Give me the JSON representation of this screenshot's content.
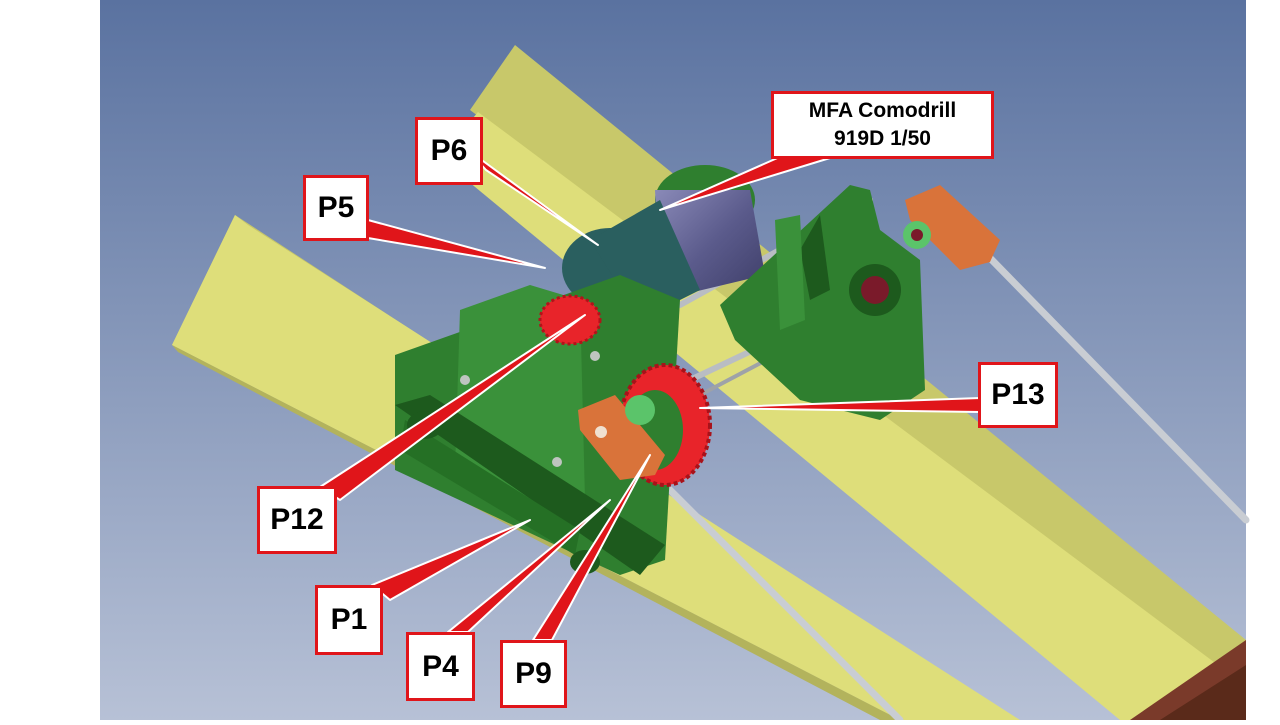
{
  "colors": {
    "background_top": "#5a72a0",
    "background_bottom": "#b7c1d6",
    "plate": "#dede7a",
    "frame_green": "#2f7f2f",
    "frame_green_dark": "#1d5a1d",
    "gear_red": "#e8242a",
    "bracket_orange": "#d9733a",
    "motor_purple": "#6a6a9a",
    "callout_border": "#e0151a",
    "callout_pointer": "#e0151a"
  },
  "labels": {
    "p6": "P6",
    "p5": "P5",
    "motor": "MFA Comodrill\n919D 1/50",
    "p13": "P13",
    "p12": "P12",
    "p1": "P1",
    "p4": "P4",
    "p9": "P9"
  }
}
